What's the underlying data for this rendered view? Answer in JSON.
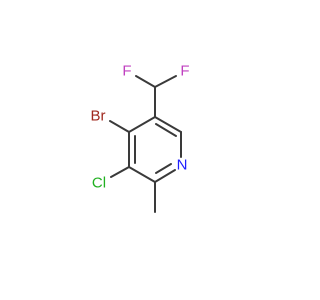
{
  "molecule": {
    "atoms": {
      "f_left": {
        "label": "F",
        "color": "#c040c0"
      },
      "f_right": {
        "label": "F",
        "color": "#c040c0"
      },
      "br": {
        "label": "Br",
        "color": "#a0281e"
      },
      "cl": {
        "label": "Cl",
        "color": "#20b020"
      },
      "n": {
        "label": "N",
        "color": "#2020ff"
      }
    },
    "bond_color": "#3a3a3a"
  }
}
